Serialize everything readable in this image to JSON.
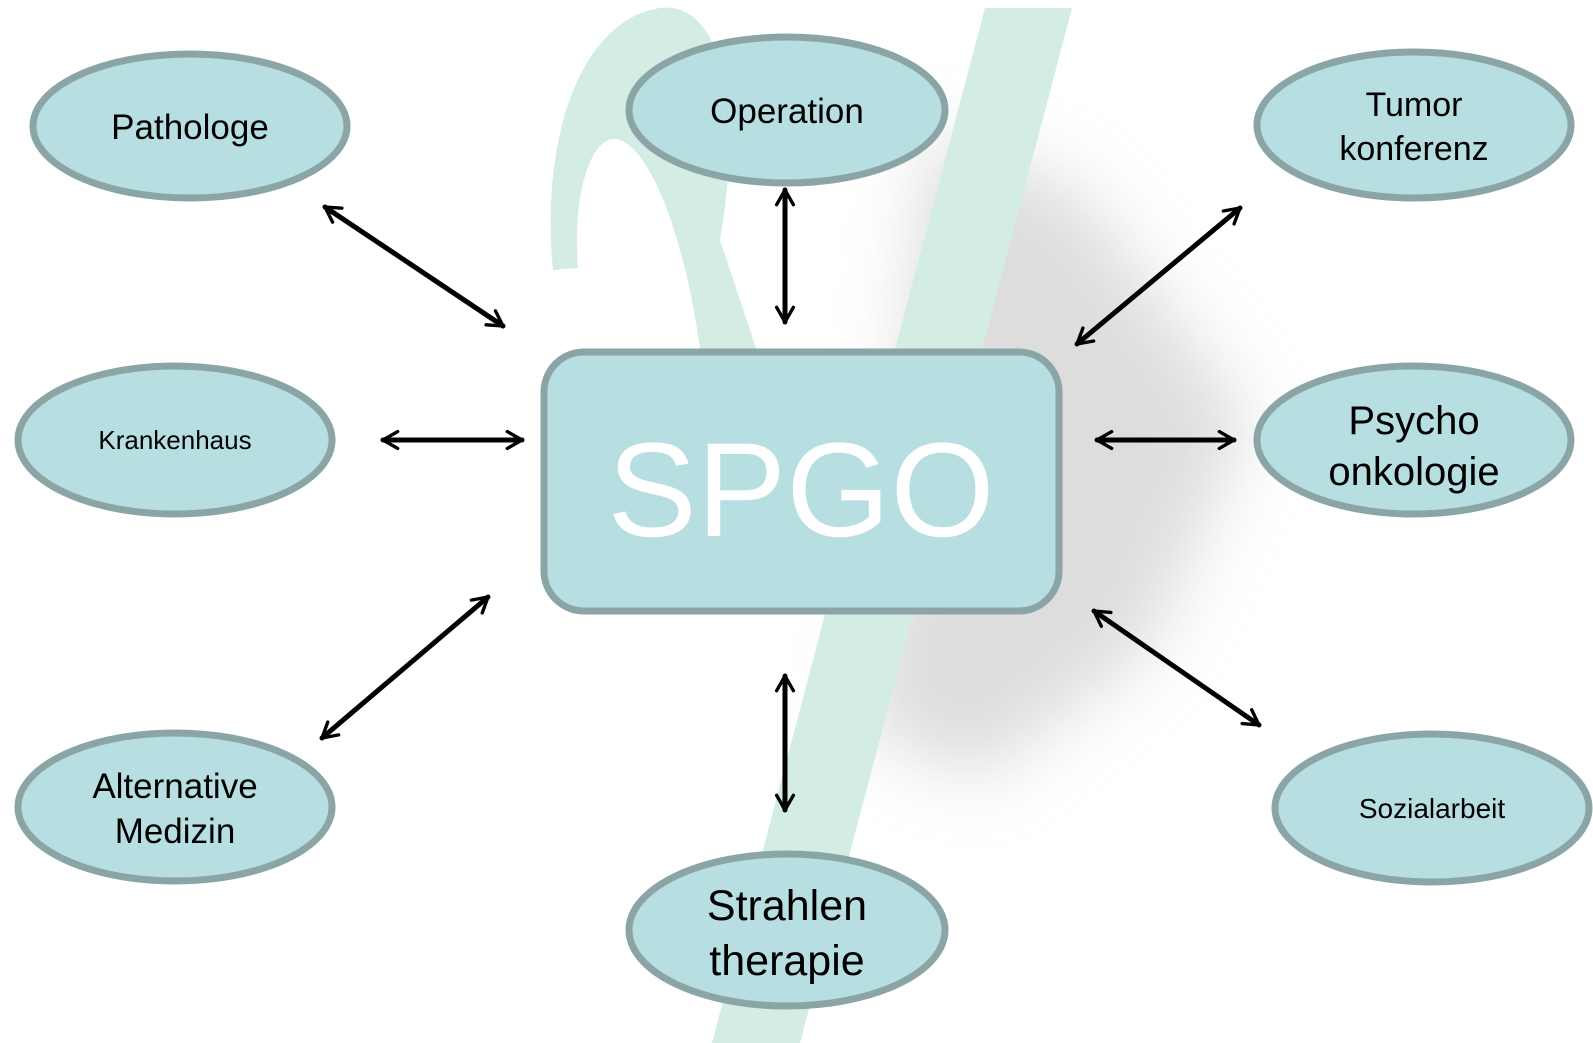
{
  "colors": {
    "node_fill": "#b7dfe1",
    "node_stroke": "#8ba5a6",
    "center_text": "#ffffff",
    "node_text": "#000000",
    "arrow": "#000000",
    "watermark": "#d3ede4",
    "shadow": "#bdbdbd"
  },
  "center": {
    "label": "SPGO"
  },
  "nodes": {
    "pathologe": {
      "label": "Pathologe"
    },
    "operation": {
      "label": "Operation"
    },
    "tumor": {
      "line1": "Tumor",
      "line2": "konferenz"
    },
    "krankenhaus": {
      "label": "Krankenhaus"
    },
    "psycho": {
      "line1": "Psycho",
      "line2": "onkologie"
    },
    "alternative": {
      "line1": "Alternative",
      "line2": "Medizin"
    },
    "strahlen": {
      "line1": "Strahlen",
      "line2": "therapie"
    },
    "sozialarbeit": {
      "label": "Sozialarbeit"
    }
  },
  "connections": [
    {
      "from": "center",
      "to": "pathologe",
      "direction": "both"
    },
    {
      "from": "center",
      "to": "operation",
      "direction": "both"
    },
    {
      "from": "center",
      "to": "tumor",
      "direction": "both"
    },
    {
      "from": "center",
      "to": "krankenhaus",
      "direction": "both"
    },
    {
      "from": "center",
      "to": "psycho",
      "direction": "both"
    },
    {
      "from": "center",
      "to": "alternative",
      "direction": "both"
    },
    {
      "from": "center",
      "to": "strahlen",
      "direction": "both"
    },
    {
      "from": "center",
      "to": "sozialarbeit",
      "direction": "both"
    }
  ]
}
